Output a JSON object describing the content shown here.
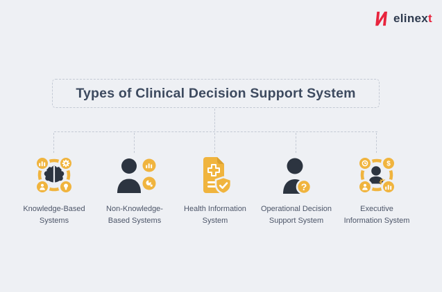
{
  "colors": {
    "background": "#EEF0F4",
    "accent_amber": "#F0B43E",
    "dark_navy": "#2C3440",
    "title_text": "#3D4A5F",
    "label_text": "#4C5568",
    "dashed_line": "#C3C9D4",
    "brand_red": "#E8243D"
  },
  "logo": {
    "text_main": "elinex",
    "text_accent": "t",
    "mark": "elinext-logo-mark"
  },
  "title": {
    "text": "Types of Clinical Decision Support System"
  },
  "items": [
    {
      "id": "knowledge-based-systems",
      "icon": "brain-network-icon",
      "badges": [
        "bar-chart-icon",
        "gear-icon",
        "person-icon",
        "lightbulb-icon"
      ],
      "lines": [
        "Knowledge-Based",
        "Systems"
      ]
    },
    {
      "id": "non-knowledge-based-systems",
      "icon": "person-analytics-icon",
      "badges": [
        "bar-chart-icon",
        "pie-chart-icon"
      ],
      "lines": [
        "Non-Knowledge-",
        "Based Systems"
      ]
    },
    {
      "id": "health-information-system",
      "icon": "medical-document-shield-icon",
      "badges": [
        "medical-cross-icon",
        "shield-check-icon"
      ],
      "lines": [
        "Health Information",
        "System"
      ]
    },
    {
      "id": "operational-decision-support-system",
      "icon": "person-question-icon",
      "badges": [
        "question-mark-icon"
      ],
      "question_glyph": "?",
      "lines": [
        "Operational Decision",
        "Support System"
      ]
    },
    {
      "id": "executive-information-system",
      "icon": "executive-person-network-icon",
      "badges": [
        "clock-icon",
        "dollar-icon",
        "person-icon",
        "bar-chart-icon"
      ],
      "dollar_glyph": "$",
      "lines": [
        "Executive",
        "Information System"
      ]
    }
  ]
}
